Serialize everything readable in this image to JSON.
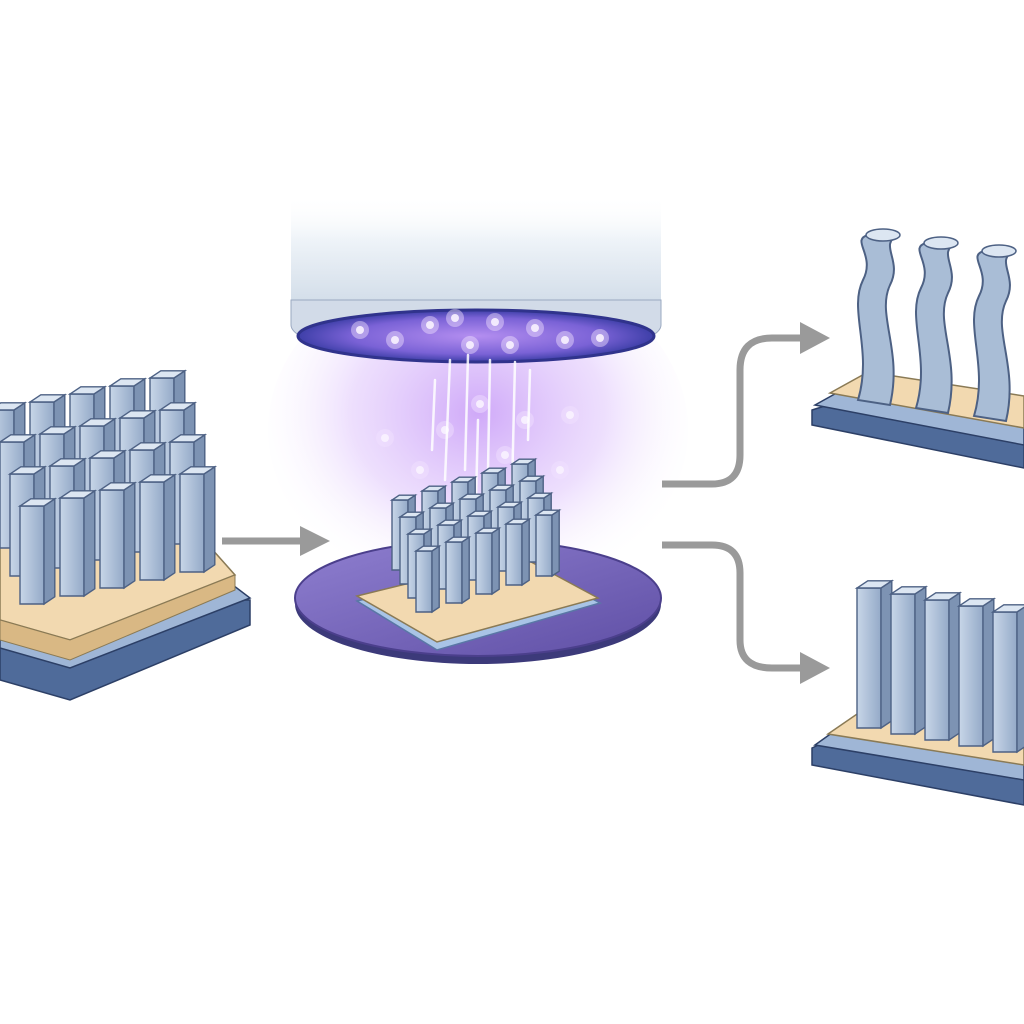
{
  "diagram": {
    "stages": [
      {
        "id": "initial-pillar-array",
        "pillar_rows": 4,
        "pillar_cols": 5
      },
      {
        "id": "plasma-treatment",
        "pillar_rows": 4,
        "pillar_cols": 5
      },
      {
        "id": "wavy-pillar-array",
        "pillar_count": 3
      },
      {
        "id": "straight-fin-array",
        "pillar_count": 5
      }
    ],
    "arrows": [
      {
        "from": "initial-pillar-array",
        "to": "plasma-treatment"
      },
      {
        "from": "plasma-treatment",
        "to": "wavy-pillar-array"
      },
      {
        "from": "plasma-treatment",
        "to": "straight-fin-array"
      }
    ]
  },
  "colors": {
    "pillar_front": "#a9bdd6",
    "pillar_side": "#7d93b3",
    "pillar_top": "#dce6f2",
    "substrate_top": "#f2d9b0",
    "substrate_side": "#d9b884",
    "base_top": "#9fb6d6",
    "base_side": "#4f6b9a",
    "plasma_glow": "#b57cf0",
    "chamber_rim": "#5660c0",
    "wafer": "#7a68b8",
    "arrow": "#9a9a9a"
  }
}
